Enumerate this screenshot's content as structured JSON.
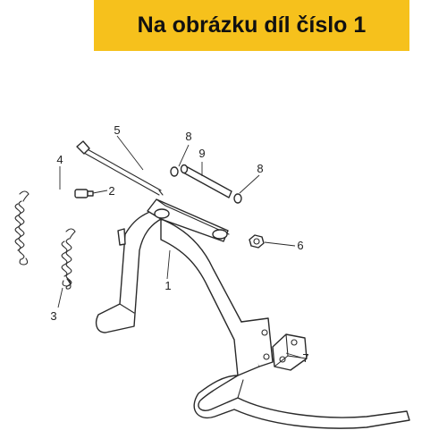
{
  "banner": {
    "text": "Na obrázku díl číslo 1",
    "color": "#f6c11c"
  },
  "callouts": {
    "n1": "1",
    "n2": "2",
    "n3": "3",
    "n4": "4",
    "n5": "5",
    "n6": "6",
    "n7": "7",
    "n8a": "8",
    "n8b": "8",
    "n9": "9"
  }
}
